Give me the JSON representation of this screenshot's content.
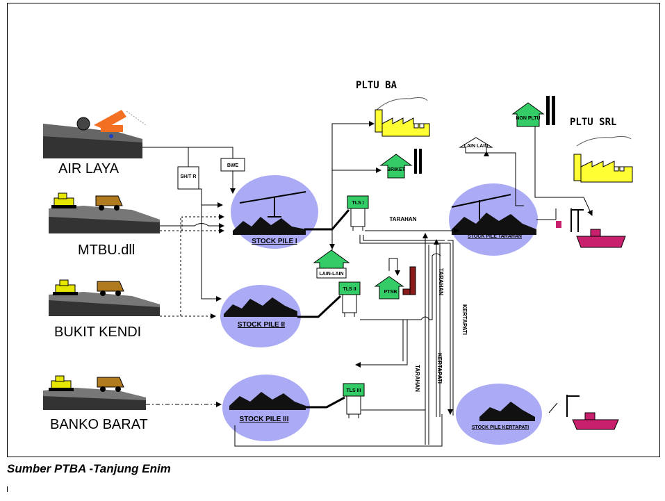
{
  "sources": {
    "air_laya": "AIR LAYA",
    "mtbu": "MTBU.dll",
    "bukit_kendi": "BUKIT KENDI",
    "banko_barat": "BANKO BARAT"
  },
  "equipment": {
    "shtr": "SH/T R",
    "bwe": "BWE"
  },
  "stockpiles": {
    "sp1": "STOCK PILE I",
    "sp2": "STOCK PILE II",
    "sp3": "STOCK PILE III",
    "tarahan": "STOCK PILE TARAHAN",
    "kertapati": "STOCK PILE KERTAPATI"
  },
  "loaders": {
    "tls1": "TLS I",
    "tls2": "TLS II",
    "tls3": "TLS III"
  },
  "destinations": {
    "pltu_ba": "PLTU BA",
    "pltu_srl": "PLTU SRL",
    "briket": "BRIKET",
    "lain_lain_center": "LAIN-LAIN",
    "lain_lain_top": "LAIN LAIN",
    "non_pltu": "NON PLTU",
    "ptsb": "PTSB"
  },
  "routes": {
    "tarahan_h": "TARAHAN",
    "tarahan_v1": "TARAHAN",
    "tarahan_v2": "TARAHAN",
    "kertapati_v1": "KERTAPATI",
    "kertapati_v2": "KERTAPATI"
  },
  "caption": "Sumber PTBA -Tanjung Enim"
}
